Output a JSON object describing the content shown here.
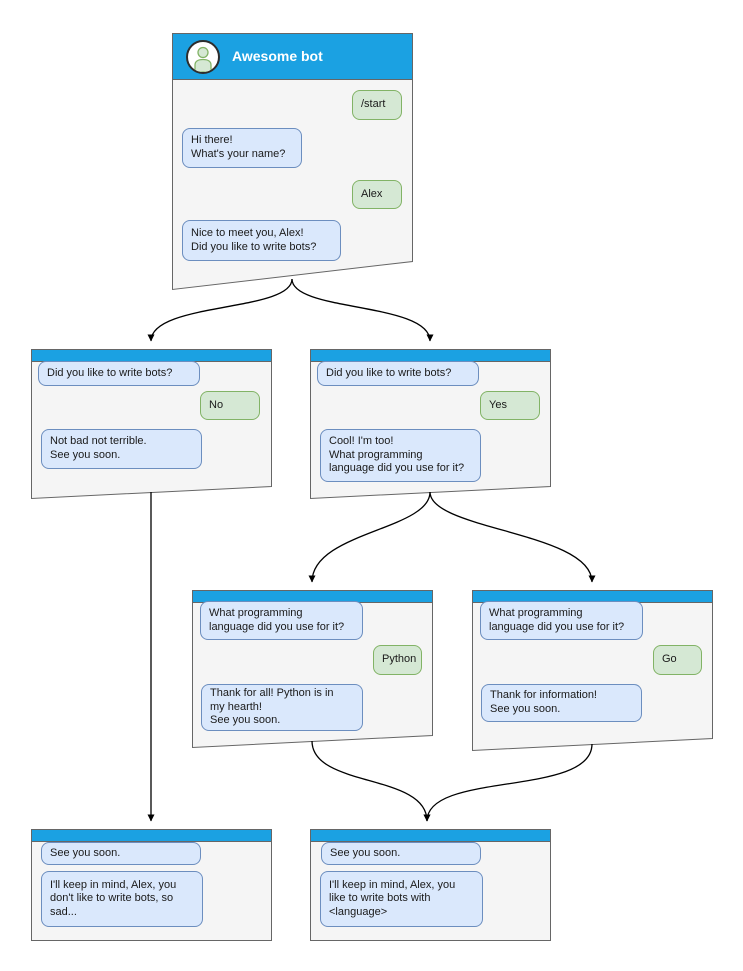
{
  "diagram": {
    "type": "chatbot-conversation-flow",
    "colors": {
      "header_blue": "#1ba1e2",
      "window_fill": "#f5f5f5",
      "window_border": "#666666",
      "bot_bubble_fill": "#dae8fc",
      "bot_bubble_border": "#6c8ebf",
      "user_bubble_fill": "#d5e8d4",
      "user_bubble_border": "#82b366",
      "arrow": "#000000"
    },
    "windows": {
      "main": {
        "title": "Awesome bot",
        "avatar_icon": "person-icon",
        "messages": [
          {
            "from": "user",
            "text": "/start"
          },
          {
            "from": "bot",
            "text": "Hi there!\nWhat's your name?"
          },
          {
            "from": "user",
            "text": "Alex"
          },
          {
            "from": "bot",
            "text": "Nice to meet you, Alex!\nDid you like to write bots?"
          }
        ]
      },
      "branch_no": {
        "messages": [
          {
            "from": "bot",
            "text": "Did you like to write bots?"
          },
          {
            "from": "user",
            "text": "No"
          },
          {
            "from": "bot",
            "text": "Not bad not terrible.\nSee you soon."
          }
        ]
      },
      "branch_yes": {
        "messages": [
          {
            "from": "bot",
            "text": "Did you like to write bots?"
          },
          {
            "from": "user",
            "text": "Yes"
          },
          {
            "from": "bot",
            "text": "Cool! I'm too!\nWhat programming\nlanguage did you use for it?"
          }
        ]
      },
      "branch_python": {
        "messages": [
          {
            "from": "bot",
            "text": "What programming\nlanguage did you use for it?"
          },
          {
            "from": "user",
            "text": "Python"
          },
          {
            "from": "bot",
            "text": "Thank for all! Python is in\nmy hearth!\nSee you soon."
          }
        ]
      },
      "branch_go": {
        "messages": [
          {
            "from": "bot",
            "text": "What programming\nlanguage did you use for it?"
          },
          {
            "from": "user",
            "text": "Go"
          },
          {
            "from": "bot",
            "text": "Thank for information!\nSee you soon."
          }
        ]
      },
      "end_no": {
        "messages": [
          {
            "from": "bot",
            "text": "See you soon."
          },
          {
            "from": "bot",
            "text": "I'll keep in mind, Alex, you\ndon't like to write bots, so\nsad..."
          }
        ]
      },
      "end_language": {
        "messages": [
          {
            "from": "bot",
            "text": "See you soon."
          },
          {
            "from": "bot",
            "text": "I'll keep in mind, Alex, you\nlike to write bots with\n<language>"
          }
        ]
      }
    }
  }
}
